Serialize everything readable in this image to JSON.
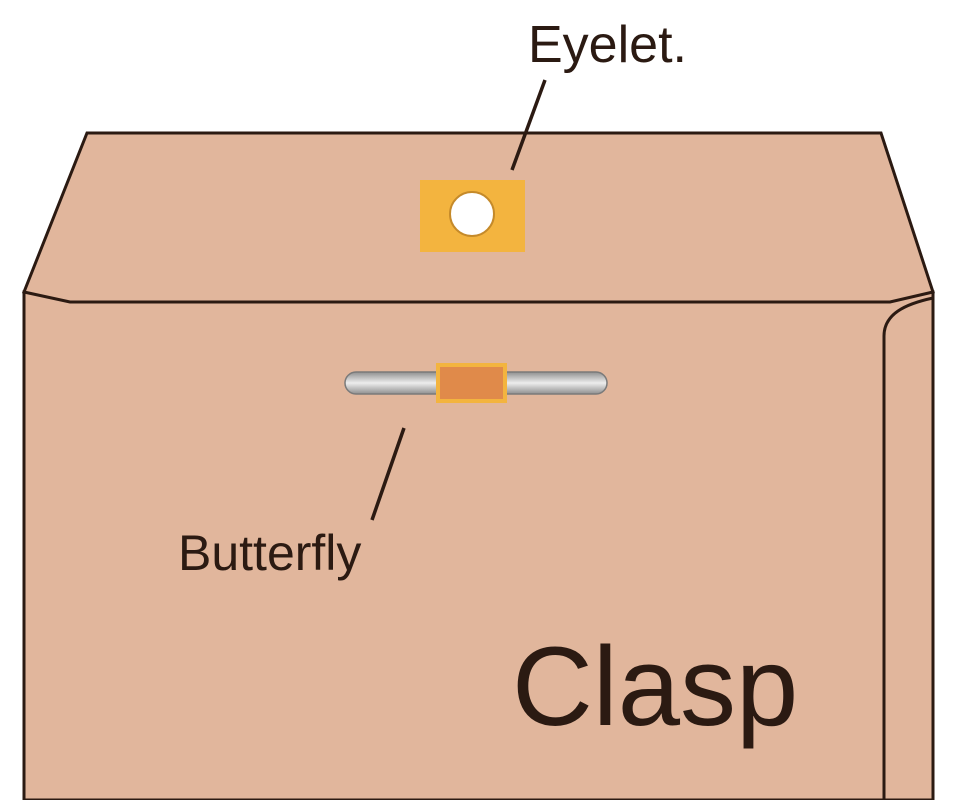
{
  "labels": {
    "eyelet": "Eyelet.",
    "butterfly": "Butterfly",
    "clasp": "Clasp"
  },
  "colors": {
    "envelope_fill": "#e1b69c",
    "outline": "#2b1a12",
    "eyelet_patch": "#f3b43f",
    "eyelet_hole": "#ffffff",
    "butterfly_tab": "#e08a4a",
    "butterfly_tab_border": "#f3b43f",
    "slot": "#b8b8b8",
    "text": "#2b1a12"
  }
}
